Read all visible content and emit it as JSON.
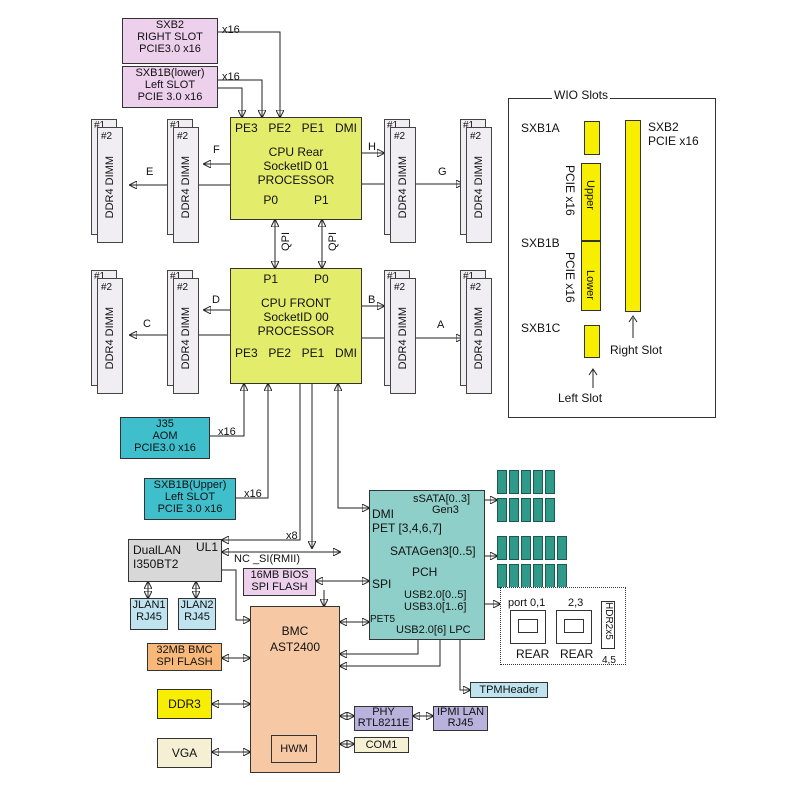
{
  "cpu_rear": {
    "ports_top": [
      "PE3",
      "PE2",
      "PE1",
      "DMI"
    ],
    "lines": [
      "CPU Rear",
      "SocketID  01",
      "PROCESSOR"
    ],
    "ports_bottom": [
      "P0",
      "P1"
    ]
  },
  "cpu_front": {
    "ports_top": [
      "P1",
      "P0"
    ],
    "lines": [
      "CPU FRONT",
      "SocketID  00",
      "PROCESSOR"
    ],
    "ports_bottom": [
      "PE3",
      "PE2",
      "PE1",
      "DMI"
    ]
  },
  "qpi_label": "QPI",
  "channels": {
    "E": "E",
    "F": "F",
    "H": "H",
    "G": "G",
    "C": "C",
    "D": "D",
    "B": "B",
    "A": "A"
  },
  "dimm": {
    "slot1": "#1",
    "slot2": "#2",
    "label": "DDR4 DIMM"
  },
  "sxb2_top": [
    "SXB2",
    "RIGHT SLOT",
    "PCIE3.0   x16"
  ],
  "sxb1b_lower": [
    "SXB1B(lower)",
    "Left  SLOT",
    "PCIE  3.0 x16"
  ],
  "link_x16": "x16",
  "link_x8": "x8",
  "wio": {
    "title": "WIO Slots",
    "sxb1a": "SXB1A",
    "sxb1b": "SXB1B",
    "sxb1c": "SXB1C",
    "sxb2": [
      "SXB2",
      "PCIE x16"
    ],
    "pcie_x16_upper": "PCIE x16",
    "pcie_x16_lower": "PCIE x16",
    "upper": "Upper",
    "lower": "Lower",
    "right_slot": "Right Slot",
    "left_slot": "Left Slot"
  },
  "j35": [
    "J35",
    "AOM",
    "PCIE3.0 x16"
  ],
  "sxb1b_upper": [
    "SXB1B(Upper)",
    "Left  SLOT",
    "PCIE 3.0 x16"
  ],
  "dual_lan": [
    "DualLAN",
    "I350BT2"
  ],
  "ul1": "UL1",
  "nc_si": "NC _SI(RMII)",
  "jlan1": [
    "JLAN1",
    "RJ45"
  ],
  "jlan2": [
    "JLAN2",
    "RJ45"
  ],
  "bios_flash": [
    "16MB BIOS",
    "SPI FLASH"
  ],
  "pch": {
    "ssata": "sSATA[0..3]",
    "gen3a": "Gen3",
    "dmi": "DMI",
    "pet": "PET [3,4,6,7]",
    "sata": "SATAGen3[0..5]",
    "name": "PCH",
    "spi": "SPI",
    "usb2": "USB2.0[0..5]",
    "usb3": "USB3.0[1..6]",
    "pet5": "PET5",
    "usb_lpc": "USB2.0[6]  LPC"
  },
  "usb_rear": {
    "port01": "port 0,1",
    "port23": "2,3",
    "rear1": "REAR",
    "rear2": "REAR",
    "hdr": "HDR2x5",
    "hdr_ports": "4,5"
  },
  "bmc_flash": [
    "32MB BMC",
    "SPI FLASH"
  ],
  "bmc": [
    "BMC",
    "AST2400"
  ],
  "hwm": "HWM",
  "ddr3": "DDR3",
  "vga": "VGA",
  "tpm": "TPMHeader",
  "phy": [
    "PHY",
    "RTL8211E"
  ],
  "ipmi_lan": [
    "IPMI LAN",
    "RJ45"
  ],
  "com1": "COM1",
  "colors": {
    "cpu": "#e4ec6c",
    "pink": "#ecd0ec",
    "teal": "#3fbfcc",
    "pch": "#8fcfc9",
    "bmc": "#f6c9a4",
    "orange_flash": "#f7b87a",
    "ddr3": "#f7ee00",
    "vga": "#f5f0d4",
    "lan": "#bfe4f0",
    "purple": "#b9b2dc",
    "wio_slot": "#f7ee00"
  }
}
